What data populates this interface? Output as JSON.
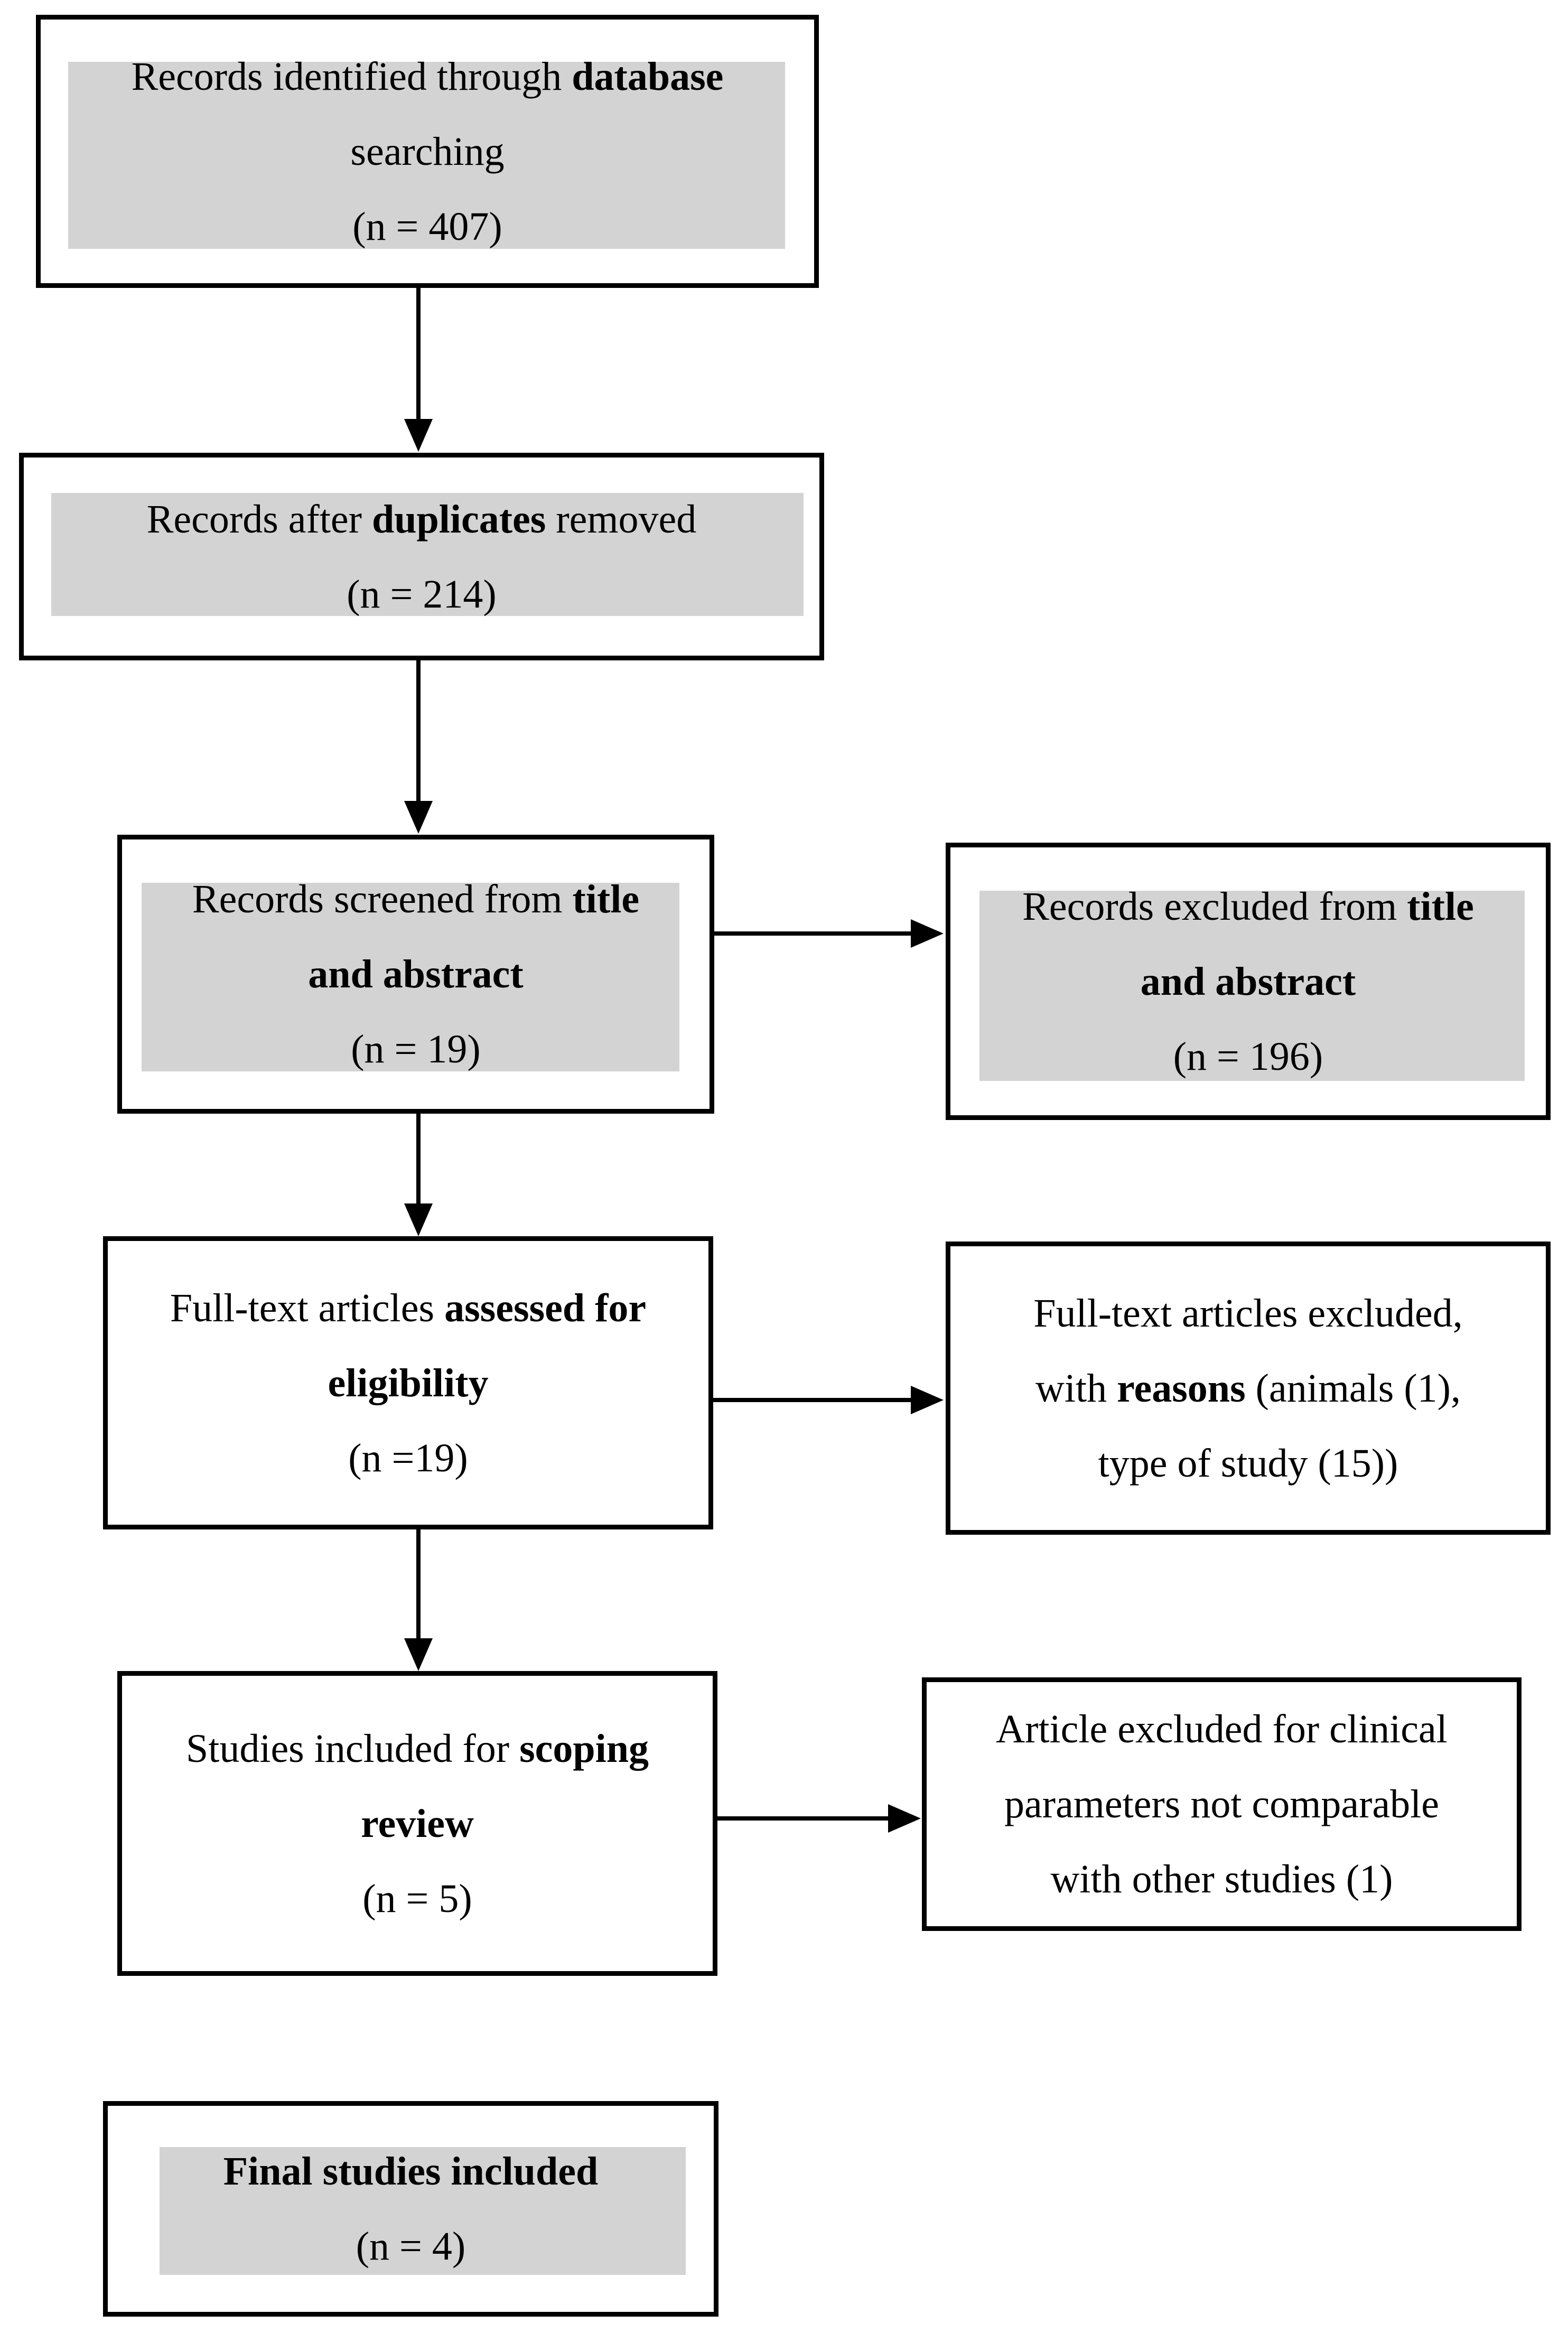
{
  "figure": {
    "type": "study-selection-flow-diagram",
    "colors": {
      "box_border": "#000000",
      "box_fill": "#ffffff",
      "inner_shading_fill": "#d3d3d3",
      "arrow": "#000000",
      "text": "#000000"
    }
  },
  "boxes": {
    "identified": {
      "shaded": true,
      "lines": [
        [
          {
            "t": "Records identified through ",
            "b": false
          },
          {
            "t": "database",
            "b": true
          }
        ],
        [
          {
            "t": "searching",
            "b": false
          }
        ],
        [
          {
            "t": "(n = 407)",
            "b": false
          }
        ]
      ]
    },
    "deduplicated": {
      "shaded": true,
      "lines": [
        [
          {
            "t": "Records after ",
            "b": false
          },
          {
            "t": "duplicates",
            "b": true
          },
          {
            "t": " removed",
            "b": false
          }
        ],
        [
          {
            "t": "(n = 214)",
            "b": false
          }
        ]
      ]
    },
    "screened": {
      "shaded": true,
      "lines": [
        [
          {
            "t": "Records screened from ",
            "b": false
          },
          {
            "t": "title",
            "b": true
          }
        ],
        [
          {
            "t": "and abstract",
            "b": true
          }
        ],
        [
          {
            "t": "(n = 19)",
            "b": false
          }
        ]
      ]
    },
    "excluded_title_abstract": {
      "shaded": true,
      "lines": [
        [
          {
            "t": "Records excluded from ",
            "b": false
          },
          {
            "t": "title",
            "b": true
          }
        ],
        [
          {
            "t": "and abstract",
            "b": true
          }
        ],
        [
          {
            "t": "(n = 196)",
            "b": false
          }
        ]
      ]
    },
    "fulltext_assessed": {
      "shaded": false,
      "lines": [
        [
          {
            "t": "Full-text articles ",
            "b": false
          },
          {
            "t": "assessed for",
            "b": true
          }
        ],
        [
          {
            "t": "eligibility",
            "b": true
          }
        ],
        [
          {
            "t": "(n =19)",
            "b": false
          }
        ]
      ]
    },
    "fulltext_excluded": {
      "shaded": false,
      "lines": [
        [
          {
            "t": "Full-text articles excluded,",
            "b": false
          }
        ],
        [
          {
            "t": "with ",
            "b": false
          },
          {
            "t": "reasons",
            "b": true
          },
          {
            "t": " (animals (1),",
            "b": false
          }
        ],
        [
          {
            "t": "type of study (15))",
            "b": false
          }
        ]
      ]
    },
    "included_scoping": {
      "shaded": false,
      "lines": [
        [
          {
            "t": "Studies included for ",
            "b": false
          },
          {
            "t": "scoping",
            "b": true
          }
        ],
        [
          {
            "t": "review",
            "b": true
          }
        ],
        [
          {
            "t": "(n = 5)",
            "b": false
          }
        ]
      ]
    },
    "excluded_clinical": {
      "shaded": false,
      "lines": [
        [
          {
            "t": "Article excluded for clinical",
            "b": false
          }
        ],
        [
          {
            "t": "parameters not comparable",
            "b": false
          }
        ],
        [
          {
            "t": "with other studies (1)",
            "b": false
          }
        ]
      ]
    },
    "final_included": {
      "shaded": true,
      "lines": [
        [
          {
            "t": "Final studies included",
            "b": true
          }
        ],
        [
          {
            "t": "(n = 4)",
            "b": false
          }
        ]
      ]
    }
  }
}
